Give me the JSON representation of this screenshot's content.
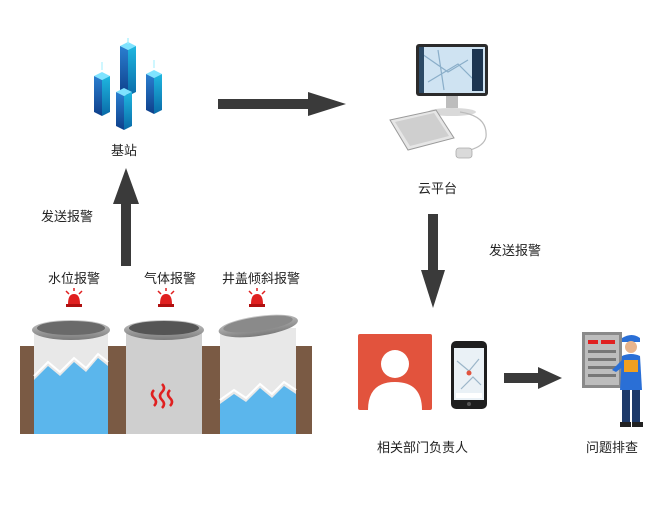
{
  "nodes": {
    "base_station": {
      "label": "基站"
    },
    "cloud_platform": {
      "label": "云平台"
    },
    "responsible_person": {
      "label": "相关部门负责人"
    },
    "troubleshooting": {
      "label": "问题排查"
    }
  },
  "arrows": {
    "left_up": {
      "label": "发送报警"
    },
    "right_down": {
      "label": "发送报警"
    }
  },
  "alarms": [
    {
      "label": "水位报警"
    },
    {
      "label": "气体报警"
    },
    {
      "label": "井盖倾斜报警"
    }
  ],
  "colors": {
    "arrow": "#3a3a3a",
    "water": "#5bb6ec",
    "soil": "#7a5a44",
    "alarm": "#e02020",
    "contact_red": "#e2533d"
  }
}
